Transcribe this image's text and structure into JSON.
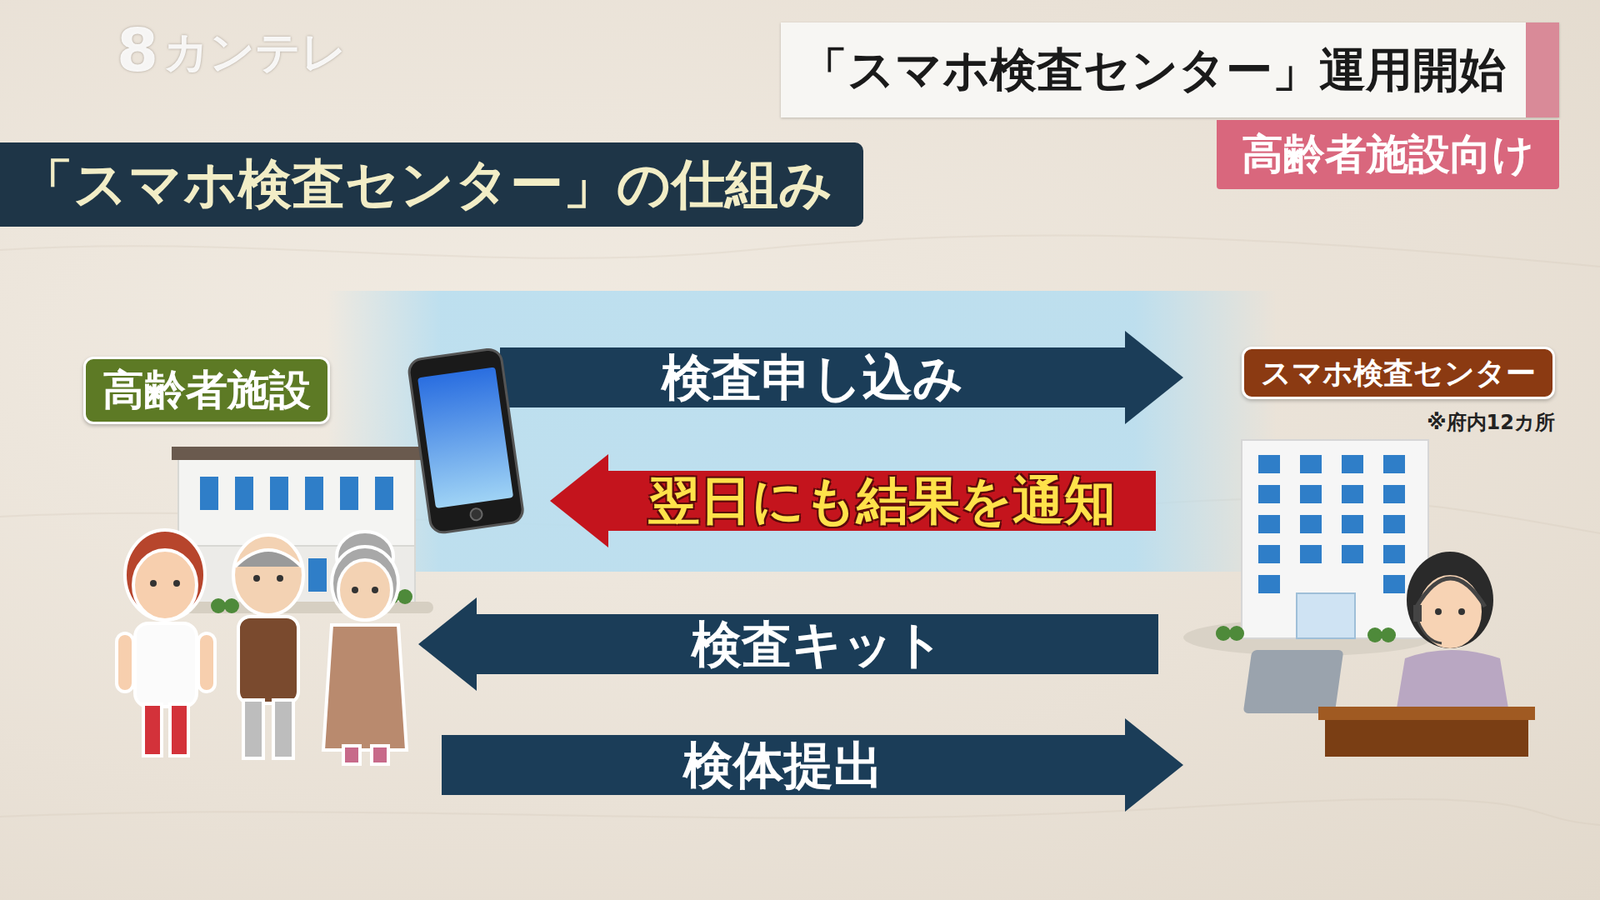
{
  "diagram": {
    "title": "「スマホ検査センター」の仕組み",
    "nodes": [
      {
        "text": [
          "高齢者施設"
        ]
      },
      {
        "text": [
          "スマホ検査センター",
          "※府内12カ所"
        ]
      }
    ],
    "edges": [
      {
        "from": 0,
        "to": 1,
        "label": "検査申し込み",
        "arrow": "to"
      },
      {
        "from": 1,
        "to": 0,
        "label": "翌日にも結果を通知",
        "arrow": "to"
      },
      {
        "from": 1,
        "to": 0,
        "label": "検査キット",
        "arrow": "to"
      },
      {
        "from": 0,
        "to": 1,
        "label": "検体提出",
        "arrow": "to"
      }
    ],
    "labels": [
      "8",
      "カンテレ",
      "「スマホ検査センター」運用開始",
      "高齢者施設向け"
    ]
  }
}
